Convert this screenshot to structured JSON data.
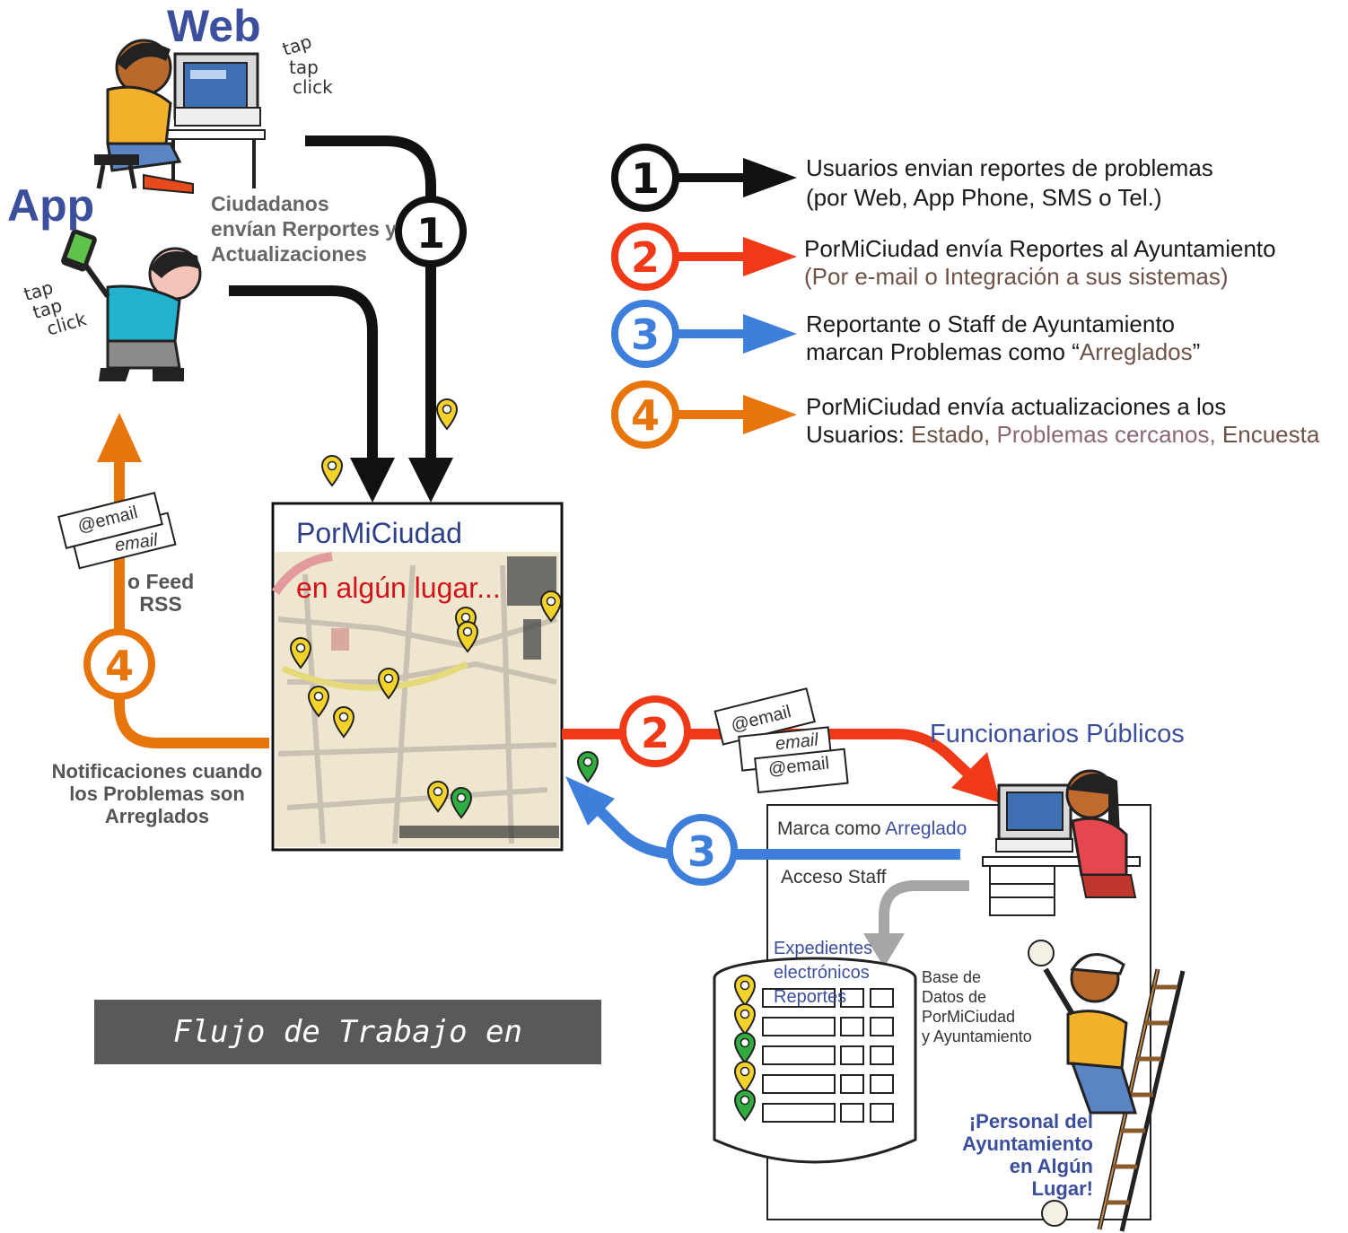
{
  "title": "Flujo de Trabajo en PorMiCiudad",
  "actors": {
    "web_label": "Web",
    "app_label": "App",
    "web_tap": [
      "tap",
      "tap",
      "click"
    ],
    "app_tap": [
      "tap",
      "tap",
      "click"
    ],
    "citizens_caption": [
      "Ciudadanos",
      "envían Rerportes y",
      "Actualizaciones"
    ],
    "officials_label": "Funcionarios Públicos",
    "field_staff": [
      "¡Personal del",
      "Ayuntamiento",
      "en Algún",
      "Lugar!"
    ]
  },
  "legend": [
    {
      "number": "1",
      "color": "#111111",
      "line1": "Usuarios envian reportes de problemas",
      "line2": "(por Web, App Phone, SMS o Tel.)"
    },
    {
      "number": "2",
      "color": "#f03a17",
      "line1": "PorMiCiudad  envía Reportes al Ayuntamiento",
      "line2": "(Por e-mail o Integración a sus sistemas)"
    },
    {
      "number": "3",
      "color": "#3f7fdc",
      "line1": "Reportante o Staff de Ayuntamiento",
      "line2_a": "marcan Problemas como “",
      "line2_b": "Arreglados",
      "line2_c": "”"
    },
    {
      "number": "4",
      "color": "#e8740c",
      "line1": "PorMiCiudad envía actualizaciones a los",
      "line2_a": "Usuarios: ",
      "line2_b": "Estado, ",
      "line2_c": "Problemas cercanos, ",
      "line2_d": "Encuesta"
    }
  ],
  "app_box": {
    "title": "PorMiCiudad",
    "subtitle": "en algún lugar..."
  },
  "notifications": {
    "email_tag": "@email",
    "email_tag2": "email",
    "feed": [
      "o Feed",
      "RSS"
    ],
    "caption": [
      "Notificaciones cuando",
      "los Problemas son",
      "Arreglados"
    ]
  },
  "flow2_emails": [
    "@email",
    "email",
    "@email"
  ],
  "staff_panel": {
    "mark_fixed_a": "Marca como ",
    "mark_fixed_b": "Arreglado",
    "staff_access": "Acceso Staff",
    "db_items": [
      "Expedientes",
      "electrónicos",
      "Reportes"
    ],
    "db_caption": [
      "Base de",
      "Datos de",
      "PorMiCiudad",
      "y Ayuntamiento"
    ]
  },
  "colors": {
    "step1": "#111111",
    "step2": "#f03a17",
    "step3": "#3f7fdc",
    "step4": "#e8740c",
    "accent_blue": "#3c4f9c",
    "map_bg": "#efe6cf"
  }
}
